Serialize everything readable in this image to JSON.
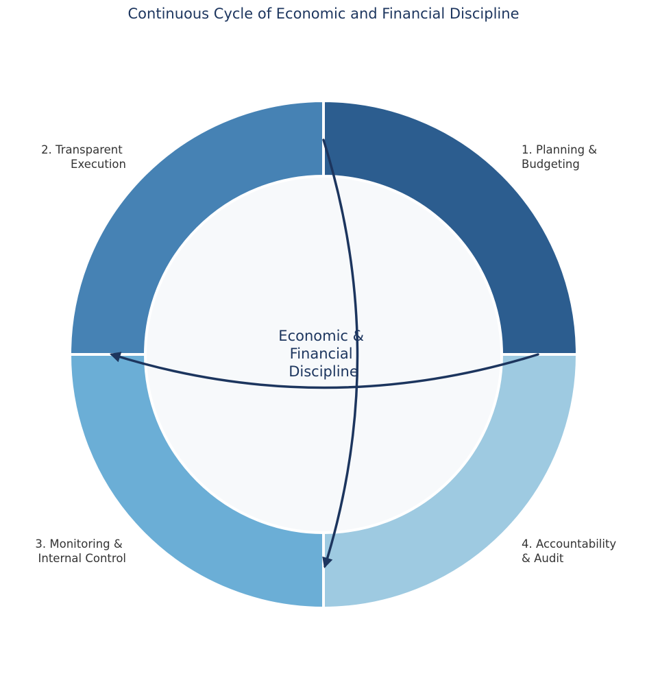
{
  "title": "Continuous Cycle of Economic and Financial Discipline",
  "center": {
    "lines": [
      "Economic &",
      "Financial",
      "Discipline"
    ]
  },
  "segments": [
    {
      "id": "planning",
      "label_lines": [
        "1. Planning &",
        "Budgeting"
      ],
      "color": "#2c5d8f"
    },
    {
      "id": "execution",
      "label_lines": [
        "2. Transparent",
        "Execution"
      ],
      "color": "#4682b4"
    },
    {
      "id": "monitoring",
      "label_lines": [
        "3. Monitoring &",
        "Internal Control"
      ],
      "color": "#6baed6"
    },
    {
      "id": "audit",
      "label_lines": [
        "4. Accountability",
        "& Audit"
      ],
      "color": "#9ecae1"
    }
  ],
  "colors": {
    "arrow": "#1c355e",
    "center_fill": "#f7f9fb",
    "segment_border": "#ffffff"
  },
  "arrows": [
    {
      "from": "planning",
      "to": "execution"
    },
    {
      "from": "execution",
      "to": "monitoring"
    }
  ]
}
